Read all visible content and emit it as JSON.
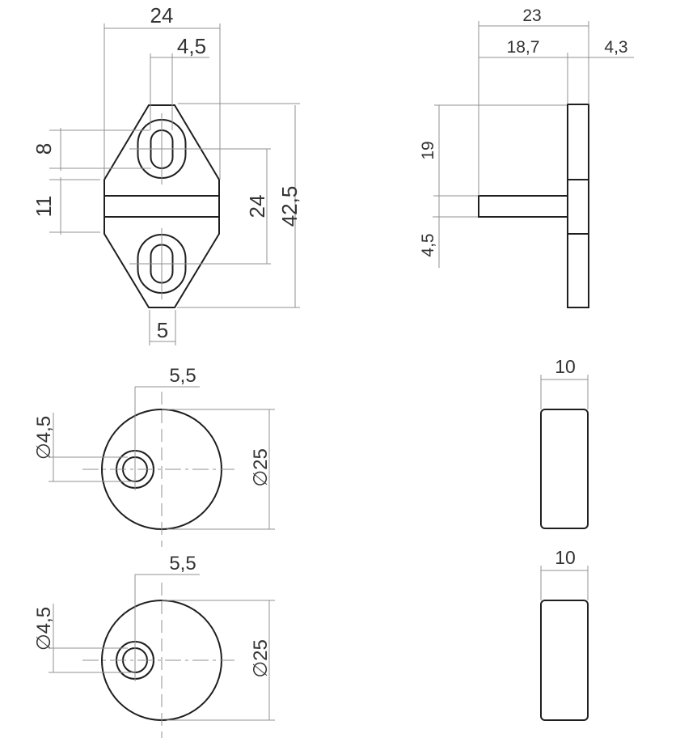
{
  "drawing": {
    "type": "technical-dimension-drawing",
    "units_style": "comma-decimal",
    "colors": {
      "background": "#ffffff",
      "object_line": "#1f1f1f",
      "thin_line": "#919191",
      "text": "#333333"
    }
  },
  "labels": {
    "front": {
      "top_width": "24",
      "slot_width": "4,5",
      "slot_length": "8",
      "edge_height": "11",
      "hole_spacing": "24",
      "total_height": "42,5",
      "bottom_width": "5"
    },
    "side": {
      "depth": "23",
      "tongue_depth": "18,7",
      "plate_thickness": "4,3",
      "upper_height": "19",
      "tongue_thickness": "4,5"
    },
    "magnet_front_top": {
      "hole_offset": "5,5",
      "hole_diameter": "∅4,5",
      "outer_diameter": "∅25"
    },
    "magnet_side_top": {
      "thickness": "10"
    },
    "magnet_front_bottom": {
      "hole_offset": "5,5",
      "hole_diameter": "∅4,5",
      "outer_diameter": "∅25"
    },
    "magnet_side_bottom": {
      "thickness": "10"
    }
  }
}
